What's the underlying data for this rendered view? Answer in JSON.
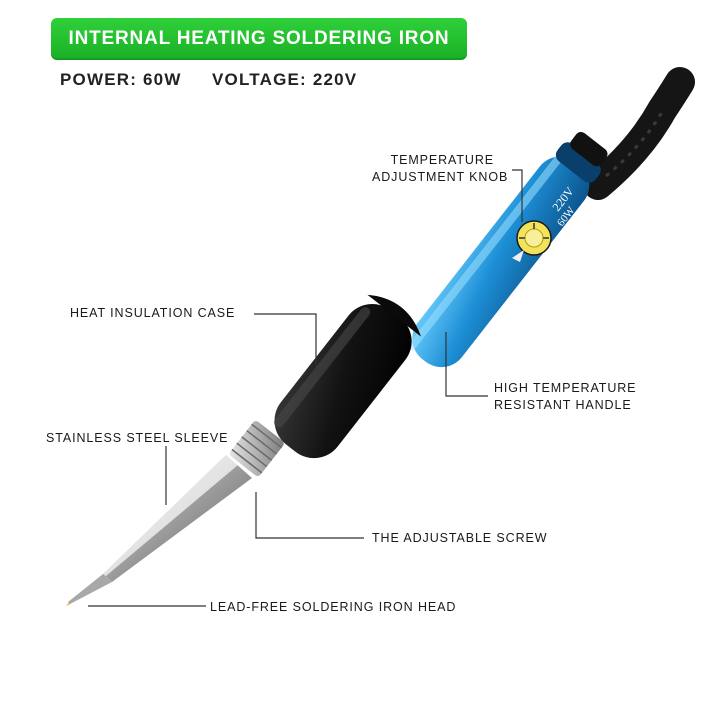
{
  "banner": {
    "title": "INTERNAL HEATING SOLDERING IRON",
    "color": "#22c02e"
  },
  "specs": {
    "power": "POWER: 60W",
    "voltage": "VOLTAGE: 220V"
  },
  "knob_markings": {
    "voltage": "220V",
    "wattage": "60W"
  },
  "callouts": {
    "temperature_knob": [
      "TEMPERATURE",
      "ADJUSTMENT KNOB"
    ],
    "heat_insulation_case": "HEAT INSULATION CASE",
    "handle": [
      "HIGH TEMPERATURE",
      "RESISTANT HANDLE"
    ],
    "stainless_sleeve": "STAINLESS STEEL SLEEVE",
    "adjustable_screw": "THE ADJUSTABLE SCREW",
    "iron_head": "LEAD-FREE SOLDERING IRON HEAD"
  },
  "colors": {
    "handle_blue": "#1d8fd6",
    "grip_black": "#111111",
    "steel": "#c8c8c8"
  }
}
